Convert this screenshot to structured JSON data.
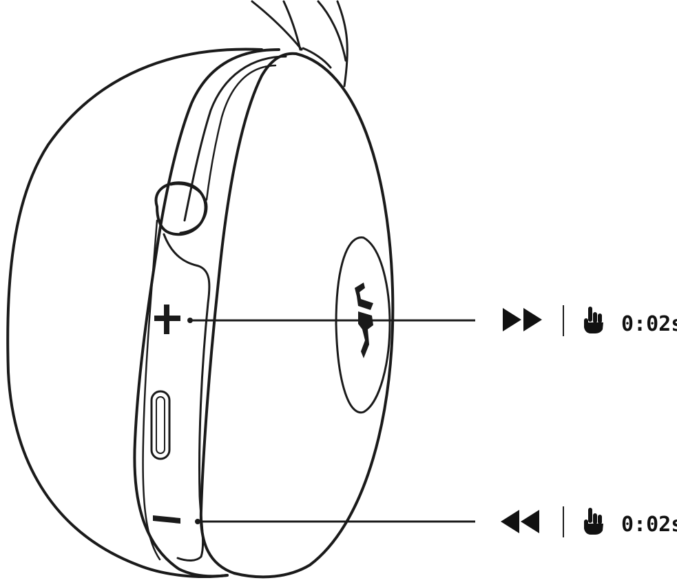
{
  "instructions": [
    {
      "button": "plus",
      "action_icon": "fast-forward-icon",
      "gesture_icon": "press-hand-icon",
      "duration": "0:02s"
    },
    {
      "button": "minus",
      "action_icon": "rewind-icon",
      "gesture_icon": "press-hand-icon",
      "duration": "0:02s"
    }
  ],
  "colors": {
    "ink": "#1a1a1a",
    "background": "#ffffff"
  }
}
